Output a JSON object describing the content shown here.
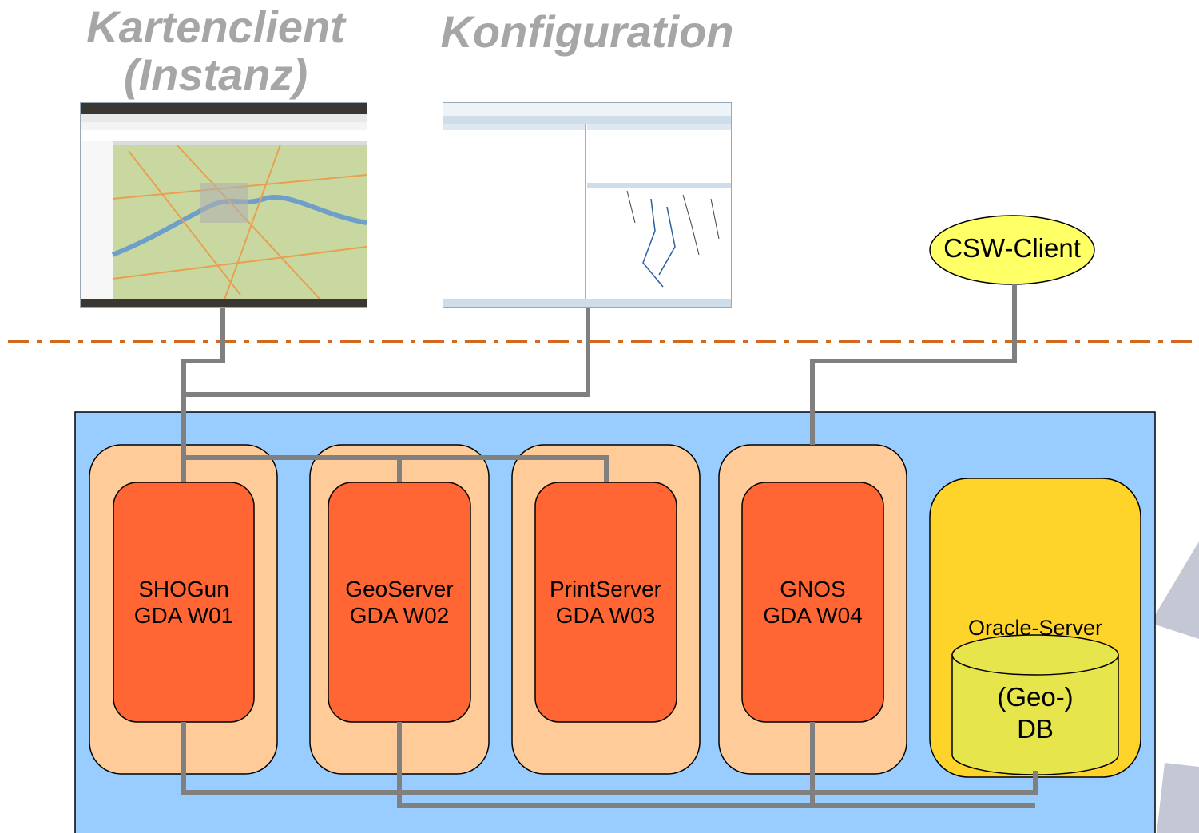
{
  "titles": {
    "kartenclient": [
      "Kartenclient",
      "(Instanz)"
    ],
    "konfiguration": "Konfiguration"
  },
  "csw_client": {
    "label": "CSW-Client"
  },
  "servers": [
    {
      "line1": "SHOGun",
      "line2": "GDA W01"
    },
    {
      "line1": "GeoServer",
      "line2": "GDA W02"
    },
    {
      "line1": "PrintServer",
      "line2": "GDA W03"
    },
    {
      "line1": "GNOS",
      "line2": "GDA W04"
    }
  ],
  "oracle": {
    "label": "Oracle-Server",
    "db_line1": "(Geo-)",
    "db_line2": "DB"
  },
  "colors": {
    "title_gray": "#a6a6a6",
    "network_blue": "#99ccff",
    "server_outer": "#ffcc99",
    "server_inner": "#ff6633",
    "oracle_box": "#ffd42a",
    "db_cylinder": "#e6e64c",
    "csw_ellipse": "#ffff66",
    "connector": "#808080",
    "boundary_line": "#d2691e",
    "background_shape": "#c4c8d4"
  },
  "icons": [
    "map-screenshot-thumbnail",
    "config-screenshot-thumbnail",
    "database-cylinder-icon"
  ]
}
